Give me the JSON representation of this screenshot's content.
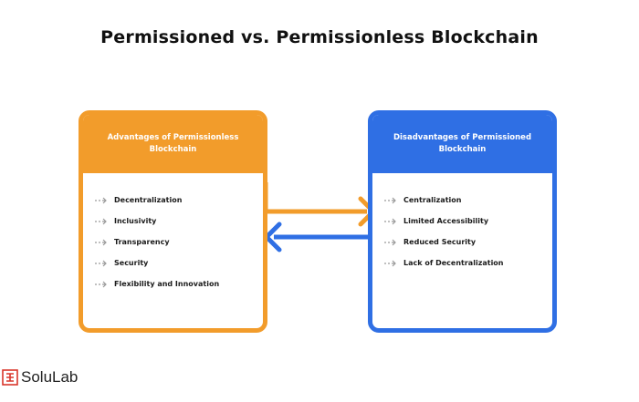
{
  "title": "Permissioned vs. Permissionless Blockchain",
  "left_card": {
    "header": "Advantages of Permissionless Blockchain",
    "items": [
      "Decentralization",
      "Inclusivity",
      "Transparency",
      "Security",
      "Flexibility and Innovation"
    ]
  },
  "right_card": {
    "header": "Disadvantages of Permissioned Blockchain",
    "items": [
      "Centralization",
      "Limited Accessibility",
      "Reduced Security",
      "Lack of Decentralization"
    ]
  },
  "logo": {
    "text": "SoluLab"
  },
  "colors": {
    "orange": "#F29C2B",
    "blue": "#2F6FE4"
  },
  "icons": {
    "bullet": "arrow-right-icon",
    "logo": "solulab-logo-icon"
  }
}
